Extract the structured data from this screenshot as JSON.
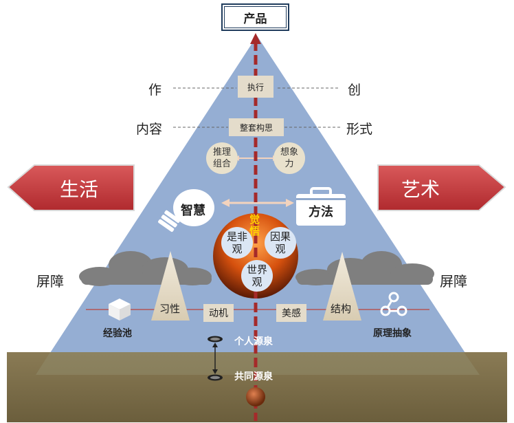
{
  "top": {
    "product": "产品"
  },
  "left_terms": {
    "zuo": "作",
    "neirong": "内容"
  },
  "right_terms": {
    "chuang": "创",
    "xingshi": "形式"
  },
  "center_boxes": {
    "zhixing": "执行",
    "zhengtao": "整套构思"
  },
  "faculties": {
    "tuili_line1": "推理",
    "tuili_line2": "组合",
    "xiangxiang_line1": "想象",
    "xiangxiang_line2": "力"
  },
  "arrows": {
    "left": "生活",
    "right": "艺术"
  },
  "icons": {
    "zhihui": "智慧",
    "fangfa": "方法",
    "bulb_icon": "lightbulb-icon",
    "toolbox_icon": "toolbox-icon"
  },
  "core": {
    "juewu_line1": "觉",
    "juewu_line2": "悟",
    "shifei_line1": "是非",
    "shifei_line2": "观",
    "yinguo_line1": "因果",
    "yinguo_line2": "观",
    "shijie_line1": "世界",
    "shijie_line2": "观"
  },
  "barriers": {
    "left": "屏障",
    "right": "屏障"
  },
  "tags": {
    "xixing": "习性",
    "dongji": "动机",
    "meigan": "美感",
    "jiegou": "结构"
  },
  "side_items": {
    "jingyanchi": "经验池",
    "yuanli": "原理抽象",
    "cube_icon": "cube-icon",
    "nodes_icon": "nodes-icon"
  },
  "sources": {
    "geren": "个人源泉",
    "gongtong": "共同源泉"
  },
  "colors": {
    "pyramid": "#95aed3",
    "ground": "#7b6d47",
    "arrow_red": "#c43a3d",
    "dash_red": "#a52a2a",
    "core_orange": "#d85410"
  }
}
